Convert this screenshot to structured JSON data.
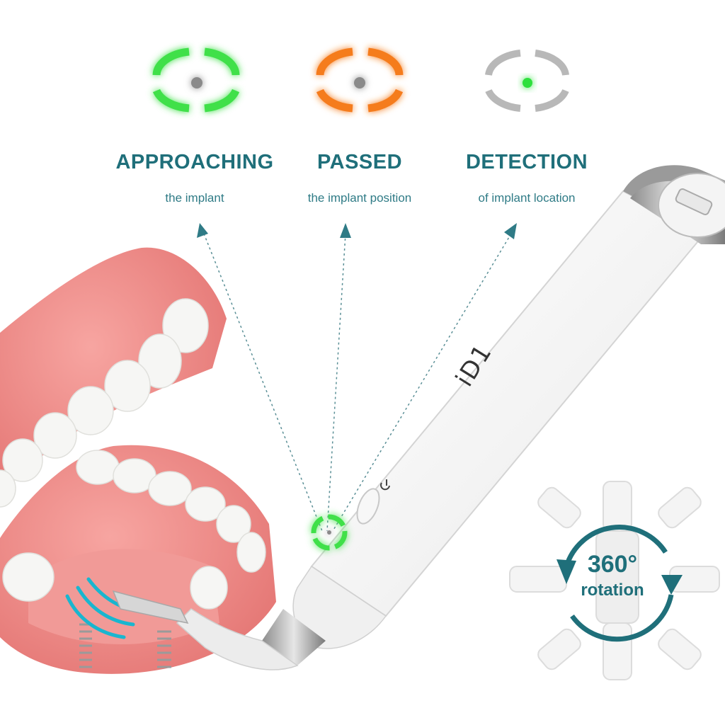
{
  "statuses": [
    {
      "title": "APPROACHING",
      "subtitle": "the implant",
      "ring_color": "#3fe04a",
      "dot_color": "#8a8a8a",
      "icon": "green-target-icon"
    },
    {
      "title": "PASSED",
      "subtitle": "the implant position",
      "ring_color": "#f57b1f",
      "dot_color": "#8a8a8a",
      "icon": "orange-target-icon"
    },
    {
      "title": "DETECTION",
      "subtitle": "of implant location",
      "ring_color": "#b8b8b8",
      "dot_color": "#2ee03c",
      "icon": "gray-target-icon"
    }
  ],
  "device": {
    "brand_label": "iD1",
    "power_icon": "power-icon"
  },
  "rotation": {
    "degrees": "360°",
    "label": "rotation",
    "arrow_color": "#1f6f7a"
  },
  "colors": {
    "title_teal": "#1f6f7a",
    "subtitle_teal": "#2f7b86",
    "gum": "#ef8a87",
    "tooth": "#f6f6f4"
  }
}
